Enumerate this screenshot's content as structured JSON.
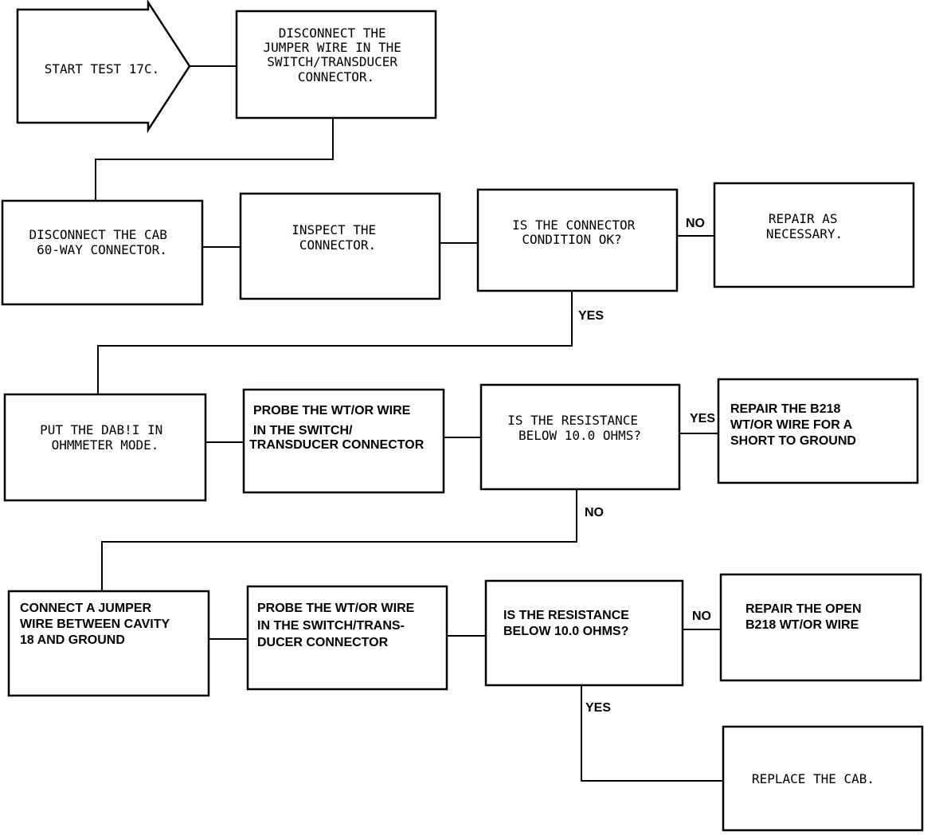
{
  "start": {
    "lines": [
      "START TEST 17C."
    ]
  },
  "boxes": {
    "disconnect_jumper": {
      "lines": [
        "DISCONNECT THE",
        "JUMPER WIRE IN THE",
        "SWITCH/TRANSDUCER",
        "CONNECTOR."
      ]
    },
    "disconnect_cab": {
      "lines": [
        "DISCONNECT THE CAB",
        "60-WAY CONNECTOR."
      ]
    },
    "inspect_connector": {
      "lines": [
        "INSPECT THE",
        "CONNECTOR."
      ]
    },
    "connector_ok": {
      "lines": [
        "IS THE CONNECTOR",
        "CONDITION OK?"
      ]
    },
    "repair_necessary": {
      "lines": [
        "REPAIR AS",
        "NECESSARY."
      ]
    },
    "put_dabii": {
      "lines": [
        "PUT THE DAB!I IN",
        "OHMMETER MODE."
      ]
    },
    "probe_wire_1": {
      "lines": [
        "PROBE THE WT/OR WIRE",
        "IN THE SWITCH/",
        "TRANSDUCER CONNECTOR"
      ]
    },
    "resistance_1": {
      "lines": [
        "IS THE RESISTANCE",
        "BELOW 10.0 OHMS?"
      ]
    },
    "repair_short": {
      "lines": [
        "REPAIR THE B218",
        "WT/OR WIRE FOR A",
        "SHORT TO GROUND"
      ]
    },
    "connect_jumper": {
      "lines": [
        "CONNECT A JUMPER",
        "WIRE BETWEEN CAVITY",
        "18 AND GROUND"
      ]
    },
    "probe_wire_2": {
      "lines": [
        "PROBE THE WT/OR WIRE",
        "IN THE SWITCH/TRANS-",
        "DUCER CONNECTOR"
      ]
    },
    "resistance_2": {
      "lines": [
        "IS THE RESISTANCE",
        "BELOW 10.0 OHMS?"
      ]
    },
    "repair_open": {
      "lines": [
        "REPAIR THE OPEN",
        "B218 WT/OR WIRE"
      ]
    },
    "replace_cab": {
      "lines": [
        "REPLACE THE CAB."
      ]
    }
  },
  "edges": {
    "connector_no": "NO",
    "connector_yes": "YES",
    "res1_yes": "YES",
    "res1_no": "NO",
    "res2_no": "NO",
    "res2_yes": "YES"
  }
}
